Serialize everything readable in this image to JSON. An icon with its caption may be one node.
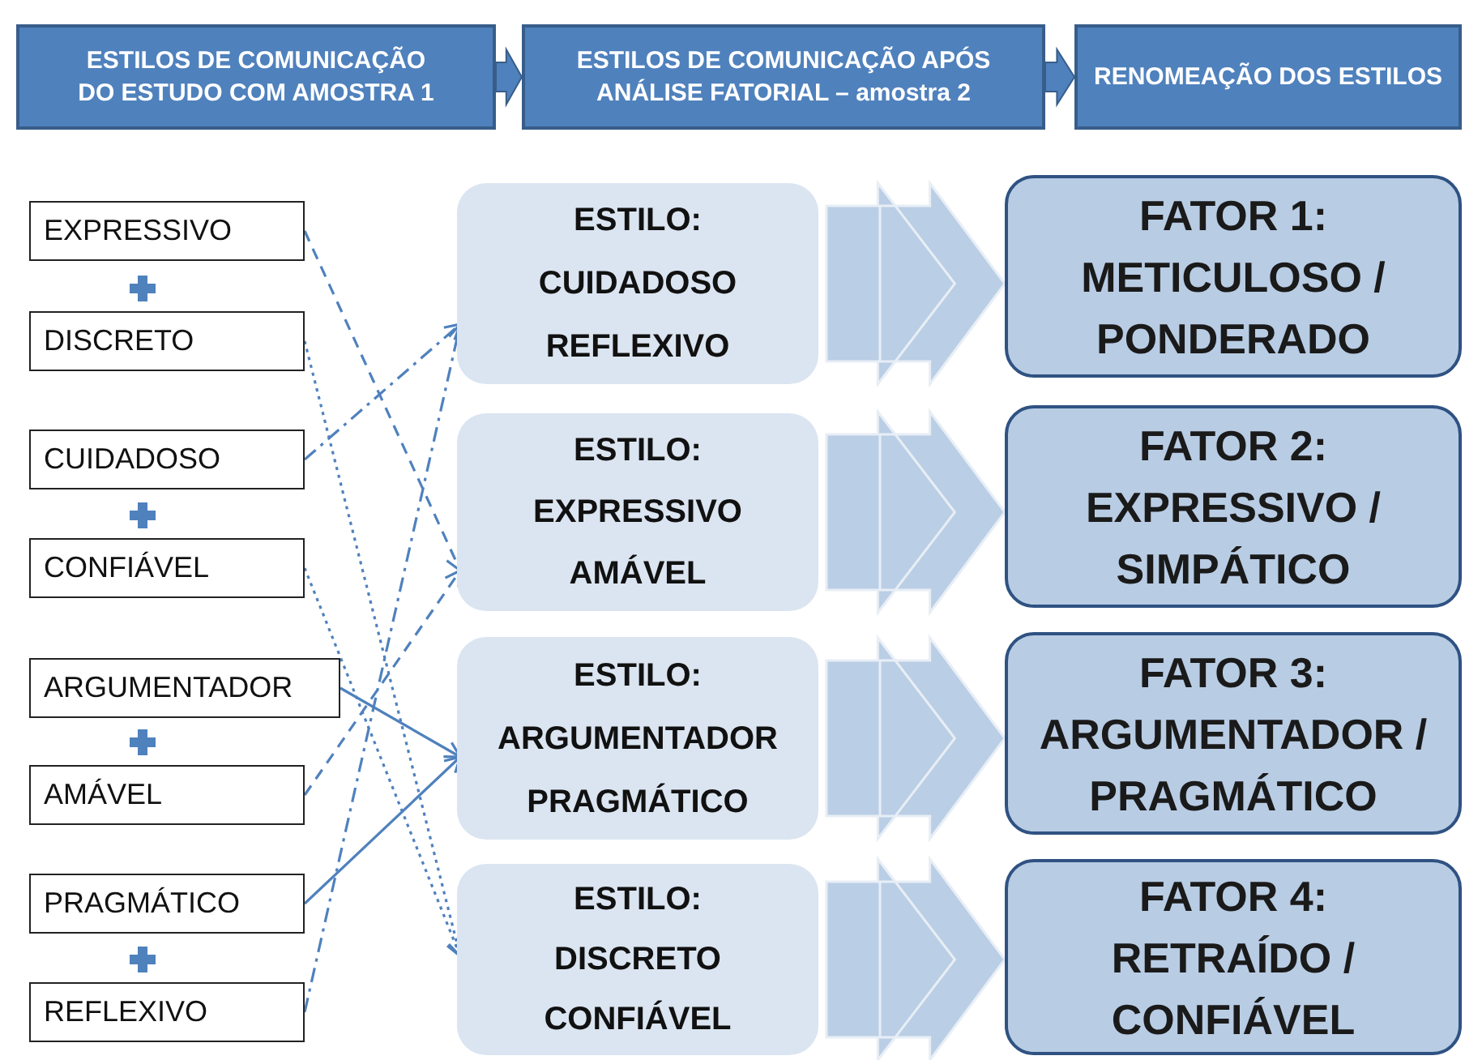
{
  "diagram": {
    "nodes": [
      {
        "text": [
          "ESTILOS DE COMUNICAÇÃO DO ESTUDO COM AMOSTRA 1"
        ]
      },
      {
        "text": [
          "ESTILOS DE COMUNICAÇÃO APÓS ANÁLISE FATORIAL – amostra 2"
        ]
      },
      {
        "text": [
          "RENOMEAÇÃO DOS ESTILOS"
        ]
      },
      {
        "text": [
          "EXPRESSIVO"
        ]
      },
      {
        "text": [
          "DISCRETO"
        ]
      },
      {
        "text": [
          "CUIDADOSO"
        ]
      },
      {
        "text": [
          "CONFIÁVEL"
        ]
      },
      {
        "text": [
          "ARGUMENTADOR"
        ]
      },
      {
        "text": [
          "AMÁVEL"
        ]
      },
      {
        "text": [
          "PRAGMÁTICO"
        ]
      },
      {
        "text": [
          "REFLEXIVO"
        ]
      },
      {
        "text": [
          "ESTILO:",
          "CUIDADOSO",
          "REFLEXIVO"
        ]
      },
      {
        "text": [
          "ESTILO:",
          "EXPRESSIVO",
          "AMÁVEL"
        ]
      },
      {
        "text": [
          "ESTILO:",
          "ARGUMENTADOR",
          "PRAGMÁTICO"
        ]
      },
      {
        "text": [
          "ESTILO:",
          "DISCRETO",
          "CONFIÁVEL"
        ]
      },
      {
        "text": [
          "FATOR 1:",
          "METICULOSO / PONDERADO"
        ]
      },
      {
        "text": [
          "FATOR 2:",
          "EXPRESSIVO / SIMPÁTICO"
        ]
      },
      {
        "text": [
          "FATOR 3:",
          "ARGUMENTADOR / PRAGMÁTICO"
        ]
      },
      {
        "text": [
          "FATOR 4:",
          "RETRAÍDO / CONFIÁVEL"
        ]
      }
    ],
    "edges": [
      {
        "from": 0,
        "to": 1,
        "arrow": "to",
        "style": "thick"
      },
      {
        "from": 1,
        "to": 2,
        "arrow": "to",
        "style": "thick"
      },
      {
        "from": 3,
        "to": 12,
        "arrow": "to",
        "style": "dashed"
      },
      {
        "from": 4,
        "to": 14,
        "arrow": "to",
        "style": "dashed"
      },
      {
        "from": 5,
        "to": 11,
        "arrow": "to",
        "style": "dashed"
      },
      {
        "from": 6,
        "to": 14,
        "arrow": "to",
        "style": "dashed"
      },
      {
        "from": 7,
        "to": 13,
        "arrow": "to"
      },
      {
        "from": 8,
        "to": 12,
        "arrow": "to",
        "style": "dashed"
      },
      {
        "from": 9,
        "to": 13,
        "arrow": "to"
      },
      {
        "from": 10,
        "to": 11,
        "arrow": "to",
        "style": "dashed"
      },
      {
        "from": 11,
        "to": 15,
        "arrow": "to",
        "style": "thick"
      },
      {
        "from": 12,
        "to": 16,
        "arrow": "to",
        "style": "thick"
      },
      {
        "from": 13,
        "to": 17,
        "arrow": "to",
        "style": "thick"
      },
      {
        "from": 14,
        "to": 18,
        "arrow": "to",
        "style": "thick"
      }
    ]
  }
}
